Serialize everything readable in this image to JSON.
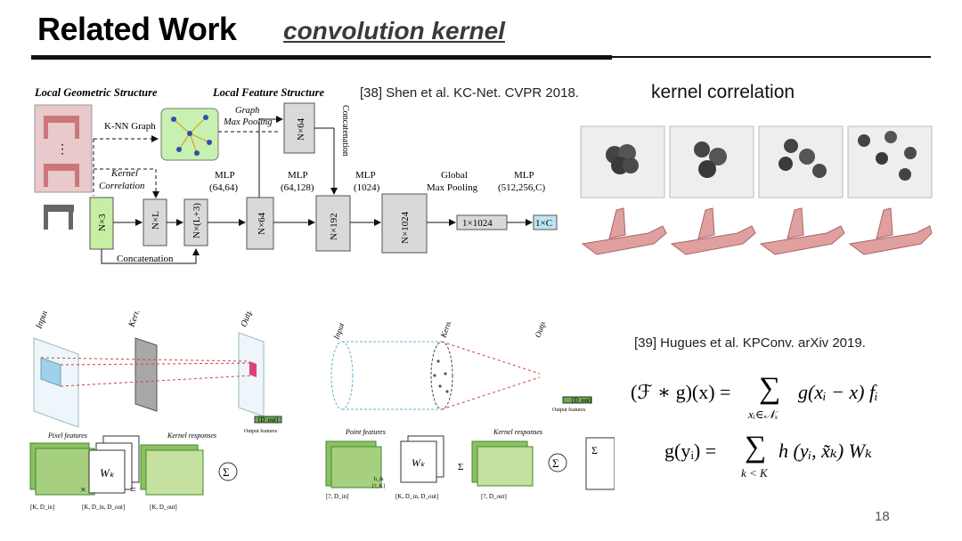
{
  "slide": {
    "title": "Related Work",
    "subtitle": "convolution kernel",
    "page_number": "18"
  },
  "kcnet": {
    "reference": "[38] Shen et al. KC-Net. CVPR 2018.",
    "header_left": "Local Geometric Structure",
    "header_right": "Local Feature Structure",
    "knn_label": "K-NN Graph",
    "graph_pool_1": "Graph",
    "graph_pool_2": "Max Pooling",
    "kernel_1": "Kernel",
    "kernel_2": "Correlation",
    "concat_vertical": "Concatenation",
    "concat_bottom": "Concatenation",
    "boxes": {
      "nx3": "N×3",
      "nxl": "N×L",
      "nxl3": "N×(L+3)",
      "nx64a": "N×64",
      "nx64b": "N×64",
      "nx192": "N×192",
      "nx1024": "N×1024",
      "b1024": "1×1024",
      "bc": "1×C"
    },
    "mlp1_a": "MLP",
    "mlp1_b": "(64,64)",
    "mlp2_a": "MLP",
    "mlp2_b": "(64,128)",
    "mlp3_a": "MLP",
    "mlp3_b": "(1024)",
    "gmp_a": "Global",
    "gmp_b": "Max Pooling",
    "mlp4_a": "MLP",
    "mlp4_b": "(512,256,C)"
  },
  "kernel_correlation": {
    "label": "kernel correlation"
  },
  "kpconv": {
    "reference": "[39] Hugues et al. KPConv. arXiv 2019.",
    "formula1": "(ℱ ∗ g)(x) = ∑ g(xᵢ − x) fᵢ",
    "formula1_lhs": "(ℱ ∗ g)(x) =",
    "formula1_sum_sub": "xᵢ∈𝒩ₓ",
    "formula1_rhs": "g(xᵢ − x) fᵢ",
    "formula2": "g(yᵢ) = ∑ h(yᵢ, x̃ₖ) Wₖ",
    "formula2_lhs": "g(yᵢ) =",
    "formula2_sum_sub": "k < K",
    "formula2_rhs": "h (yᵢ, x̃ₖ) Wₖ",
    "sum_symbol": "∑"
  },
  "grid_conv": {
    "input": "Input",
    "kernel": "Kernel",
    "output": "Output",
    "pixel_features": "Pixel features",
    "kernel_responses": "Kernel responses",
    "output_features": "Output features",
    "wk": "Wₖ",
    "sigma": "Σ",
    "dim1": "[K, D_in]",
    "dim2": "[K, D_in, D_out]",
    "dim3": "[K, D_out]",
    "dout": "[D_out]"
  },
  "point_conv": {
    "input": "Input",
    "kernel": "Kernel",
    "output": "Output",
    "point_features": "Point features",
    "kernel_responses": "Kernel responses",
    "output_features": "Output features",
    "wk": "Wₖ",
    "sigma": "Σ",
    "dim1": "[?, D_in]",
    "dim2": "[K, D_in, D_out]",
    "dim3": "[?, D_out]",
    "dout": "[D_out]",
    "hik": "h_ik",
    "hik_dim": "[?, K]"
  },
  "colors": {
    "green_light": "#cfe6a8",
    "green_mid": "#8cc063",
    "green_dark": "#3f8a2e",
    "box_gray": "#d9d9d9",
    "box_blue": "#bfe3f2",
    "graph_green": "#c8f0b0",
    "red_dashed": "#d04040"
  }
}
